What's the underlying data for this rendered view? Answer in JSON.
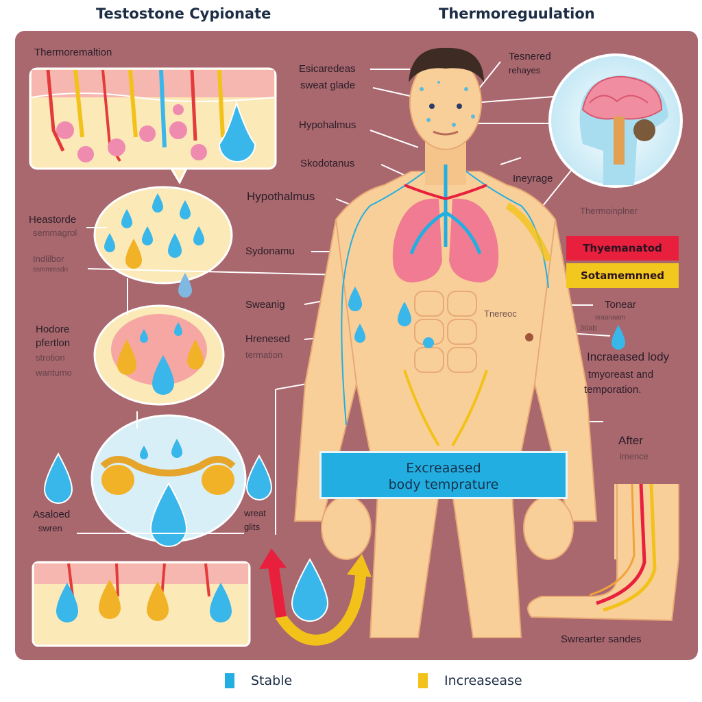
{
  "header": {
    "left_title": "Testostone Cypionate",
    "right_title": "Thermoreguulation"
  },
  "labels": {
    "left_panel_heading": "Thermoremaltion",
    "sweat_glands": [
      "Esicaredeas",
      "sweat glade"
    ],
    "hypothalmus": "Hypohalmus",
    "skodotanus": "Skodotanus",
    "hypothalamus_big": "Hypothalmus",
    "sydonamu": "Sydonamu",
    "sweaing": "Sweanig",
    "increased_temp": [
      "Hrenesed",
      "termation"
    ],
    "heastorde": [
      "Heastorde",
      "semmagrol"
    ],
    "indlilbor": [
      "Indlilbor",
      "ssmmmsdn"
    ],
    "hodore": [
      "Hodore",
      "pfertlon",
      "strotion",
      "wantumo"
    ],
    "asaloed": [
      "Asaloed",
      "swren"
    ],
    "wreat": [
      "wreat",
      "glits"
    ],
    "tenered": [
      "Tesnered",
      "rehayes"
    ],
    "inyrege": "Ineyrage",
    "thermo_faint": "Thermoinplner",
    "tnereoc": "Tnereoc",
    "tonear": [
      "Tonear",
      "sraanaam"
    ],
    "small_num": "30ab",
    "increased_body": [
      "Incraeased lody",
      "tmyoreast and",
      "temporation."
    ],
    "after": [
      "After",
      "imence"
    ],
    "bottom_right": "Swrearter sandes"
  },
  "tags": {
    "red": "Thyemanatod",
    "yellow": "Sotamemnned"
  },
  "banner": {
    "line1": "Excreaased",
    "line2": "body temprature"
  },
  "legend": {
    "stable": "Stable",
    "increase": "Increasease",
    "stable_color": "#22aee1",
    "increase_color": "#f2c21b"
  },
  "colors": {
    "panel": "#a9676e",
    "skin": "#f8cf98",
    "red_tag": "#e8203e",
    "yellow_tag": "#f3c81e",
    "drop": "#39b6ea"
  }
}
